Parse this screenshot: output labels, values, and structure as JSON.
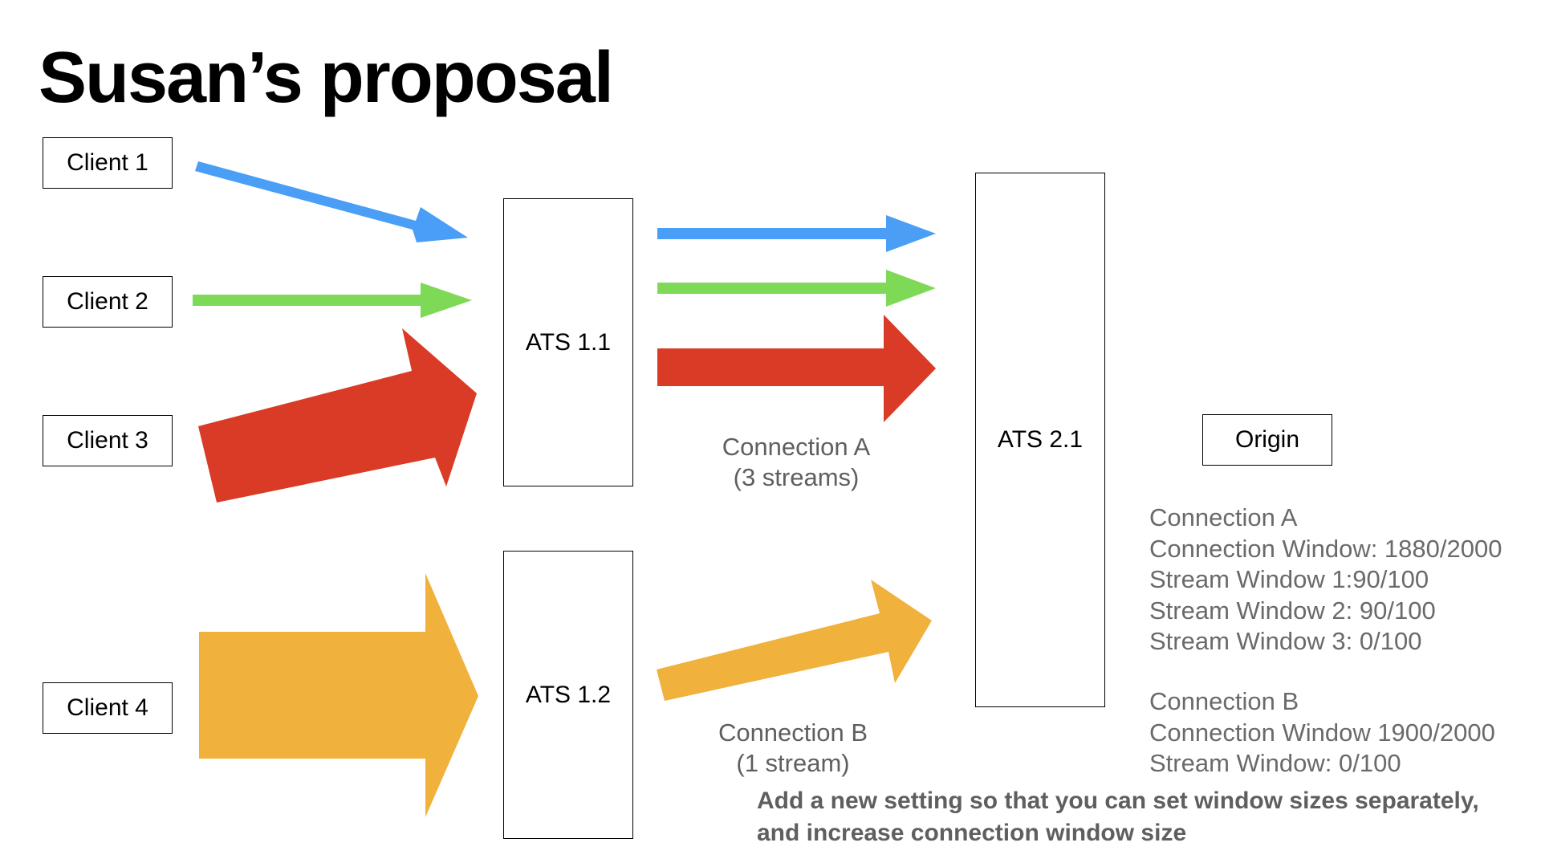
{
  "title": "Susan’s proposal",
  "clients": [
    "Client 1",
    "Client 2",
    "Client 3",
    "Client 4"
  ],
  "nodes": {
    "ats_1_1": "ATS 1.1",
    "ats_1_2": "ATS 1.2",
    "ats_2_1": "ATS 2.1",
    "origin": "Origin"
  },
  "connection_labels": {
    "a_line1": "Connection A",
    "a_line2": "(3 streams)",
    "b_line1": "Connection B",
    "b_line2": "(1 stream)"
  },
  "connection_a_status": [
    "Connection A",
    "Connection Window: 1880/2000",
    "Stream Window 1:90/100",
    "Stream Window 2: 90/100",
    "Stream Window 3: 0/100"
  ],
  "connection_b_status": [
    "Connection B",
    "Connection Window 1900/2000",
    "Stream Window: 0/100"
  ],
  "footer": [
    "Add a new setting so that you can set window sizes separately,",
    "and increase connection window size"
  ],
  "colors": {
    "blue": "#4a9ef5",
    "green": "#7ed957",
    "red": "#d93b26",
    "orange": "#f0b13d"
  }
}
